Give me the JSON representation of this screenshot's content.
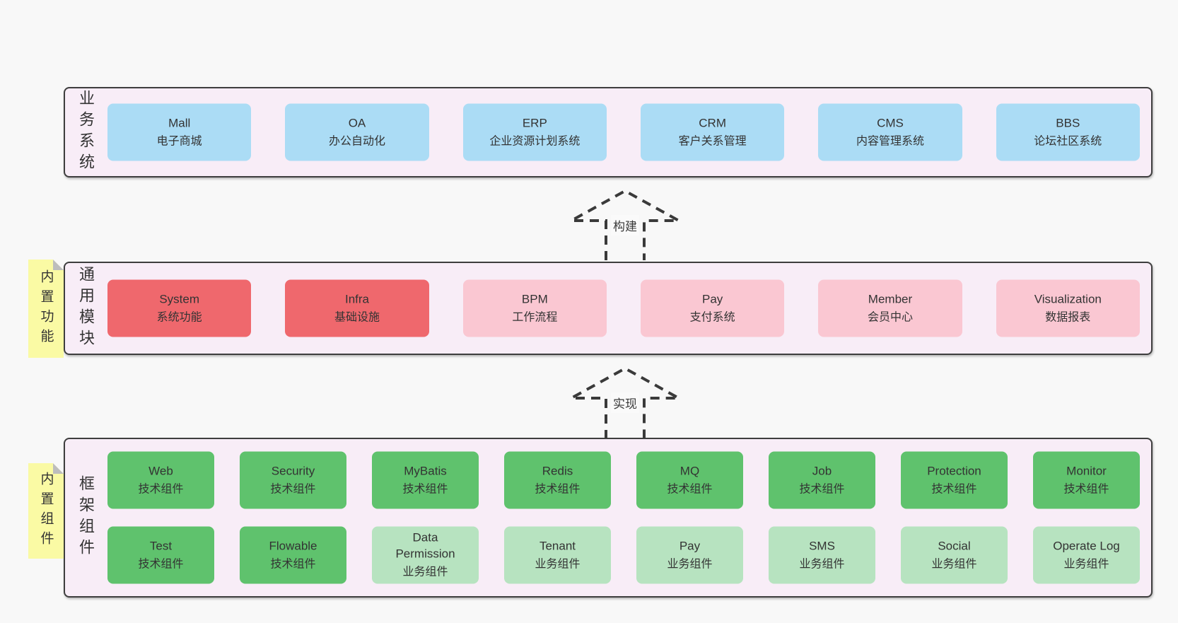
{
  "layers": {
    "business": {
      "label": "业务系统",
      "boxes": [
        {
          "name": "Mall",
          "desc": "电子商城"
        },
        {
          "name": "OA",
          "desc": "办公自动化"
        },
        {
          "name": "ERP",
          "desc": "企业资源计划系统"
        },
        {
          "name": "CRM",
          "desc": "客户关系管理"
        },
        {
          "name": "CMS",
          "desc": "内容管理系统"
        },
        {
          "name": "BBS",
          "desc": "论坛社区系统"
        }
      ]
    },
    "common": {
      "label": "通用模块",
      "sticky": "内置功能",
      "boxes": [
        {
          "name": "System",
          "desc": "系统功能",
          "variant": "red"
        },
        {
          "name": "Infra",
          "desc": "基础设施",
          "variant": "red"
        },
        {
          "name": "BPM",
          "desc": "工作流程",
          "variant": "pink"
        },
        {
          "name": "Pay",
          "desc": "支付系统",
          "variant": "pink"
        },
        {
          "name": "Member",
          "desc": "会员中心",
          "variant": "pink"
        },
        {
          "name": "Visualization",
          "desc": "数据报表",
          "variant": "pink"
        }
      ]
    },
    "framework": {
      "label": "框架组件",
      "sticky": "内置组件",
      "rows": [
        [
          {
            "name": "Web",
            "desc": "技术组件",
            "variant": "green-dark"
          },
          {
            "name": "Security",
            "desc": "技术组件",
            "variant": "green-dark"
          },
          {
            "name": "MyBatis",
            "desc": "技术组件",
            "variant": "green-dark"
          },
          {
            "name": "Redis",
            "desc": "技术组件",
            "variant": "green-dark"
          },
          {
            "name": "MQ",
            "desc": "技术组件",
            "variant": "green-dark"
          },
          {
            "name": "Job",
            "desc": "技术组件",
            "variant": "green-dark"
          },
          {
            "name": "Protection",
            "desc": "技术组件",
            "variant": "green-dark"
          },
          {
            "name": "Monitor",
            "desc": "技术组件",
            "variant": "green-dark"
          }
        ],
        [
          {
            "name": "Test",
            "desc": "技术组件",
            "variant": "green-dark"
          },
          {
            "name": "Flowable",
            "desc": "技术组件",
            "variant": "green-dark"
          },
          {
            "name": "Data Permission",
            "desc": "业务组件",
            "variant": "green-light"
          },
          {
            "name": "Tenant",
            "desc": "业务组件",
            "variant": "green-light"
          },
          {
            "name": "Pay",
            "desc": "业务组件",
            "variant": "green-light"
          },
          {
            "name": "SMS",
            "desc": "业务组件",
            "variant": "green-light"
          },
          {
            "name": "Social",
            "desc": "业务组件",
            "variant": "green-light"
          },
          {
            "name": "Operate Log",
            "desc": "业务组件",
            "variant": "green-light"
          }
        ]
      ]
    }
  },
  "arrows": [
    {
      "label": "构建"
    },
    {
      "label": "实现"
    }
  ],
  "colors": {
    "page_background": "#f8f8f8",
    "layer_background": "#f8edf7",
    "layer_border": "#3e3e3e",
    "box_blue": "#abdcf5",
    "box_red": "#ef686d",
    "box_pink": "#fac7d2",
    "box_green_dark": "#5fc26d",
    "box_green_light": "#b7e3c0",
    "sticky_yellow": "#fafaa4",
    "sticky_fold": "#bdbdbd",
    "text": "#333333"
  }
}
